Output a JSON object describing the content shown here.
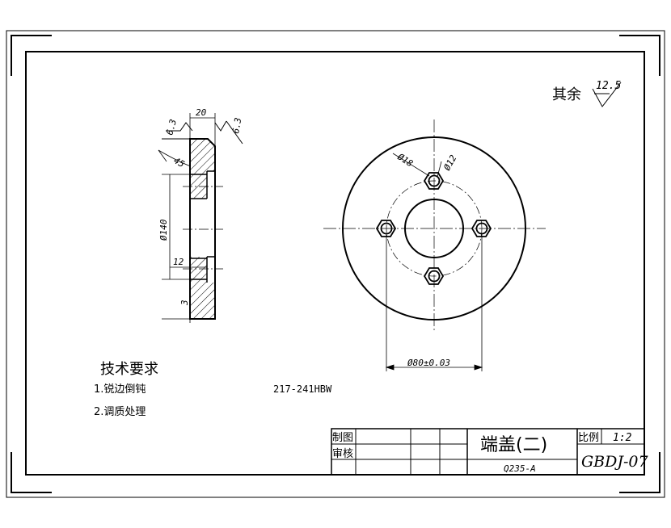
{
  "roughness": {
    "other_label": "其余",
    "other_value": "12.5",
    "face_left": "6.3",
    "face_right": "6.3"
  },
  "dimensions": {
    "width": "20",
    "chamfer": "45",
    "diameter_outer": "Ø140",
    "counterbore": "12",
    "offset": "3",
    "hole_large": "Ø18",
    "hole_small": "Ø12",
    "bolt_circle": "Ø80±0.03"
  },
  "notes": {
    "heading": "技术要求",
    "items": [
      "1.锐边倒钝",
      "2.调质处理"
    ],
    "hardness": "217-241HBW"
  },
  "title_block": {
    "made_label": "制图",
    "check_label": "审核",
    "part_name": "端盖(二)",
    "material": "Q235-A",
    "scale_label": "比例",
    "scale_value": "1:2",
    "drawing_no": "GBDJ-07"
  }
}
